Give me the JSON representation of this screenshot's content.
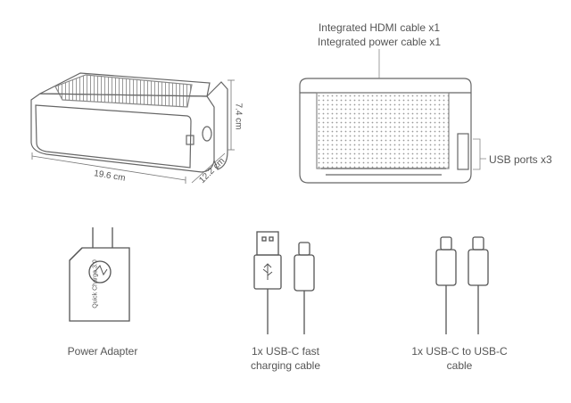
{
  "device_callouts": {
    "hdmi_cable": "Integrated HDMI cable x1",
    "power_cable": "Integrated power cable x1",
    "usb_ports": "USB ports x3"
  },
  "dimensions": {
    "length": "19.6 cm",
    "depth": "12.2 cm",
    "height": "7.4 cm"
  },
  "adapter_brand": "Quick Charge 3.0",
  "accessories": {
    "adapter_label": "Power Adapter",
    "fast_cable_line1": "1x USB-C fast",
    "fast_cable_line2": "charging cable",
    "cc_cable_line1": "1x USB-C to USB-C",
    "cc_cable_line2": "cable"
  },
  "colors": {
    "line": "#666666",
    "text": "#555555"
  }
}
